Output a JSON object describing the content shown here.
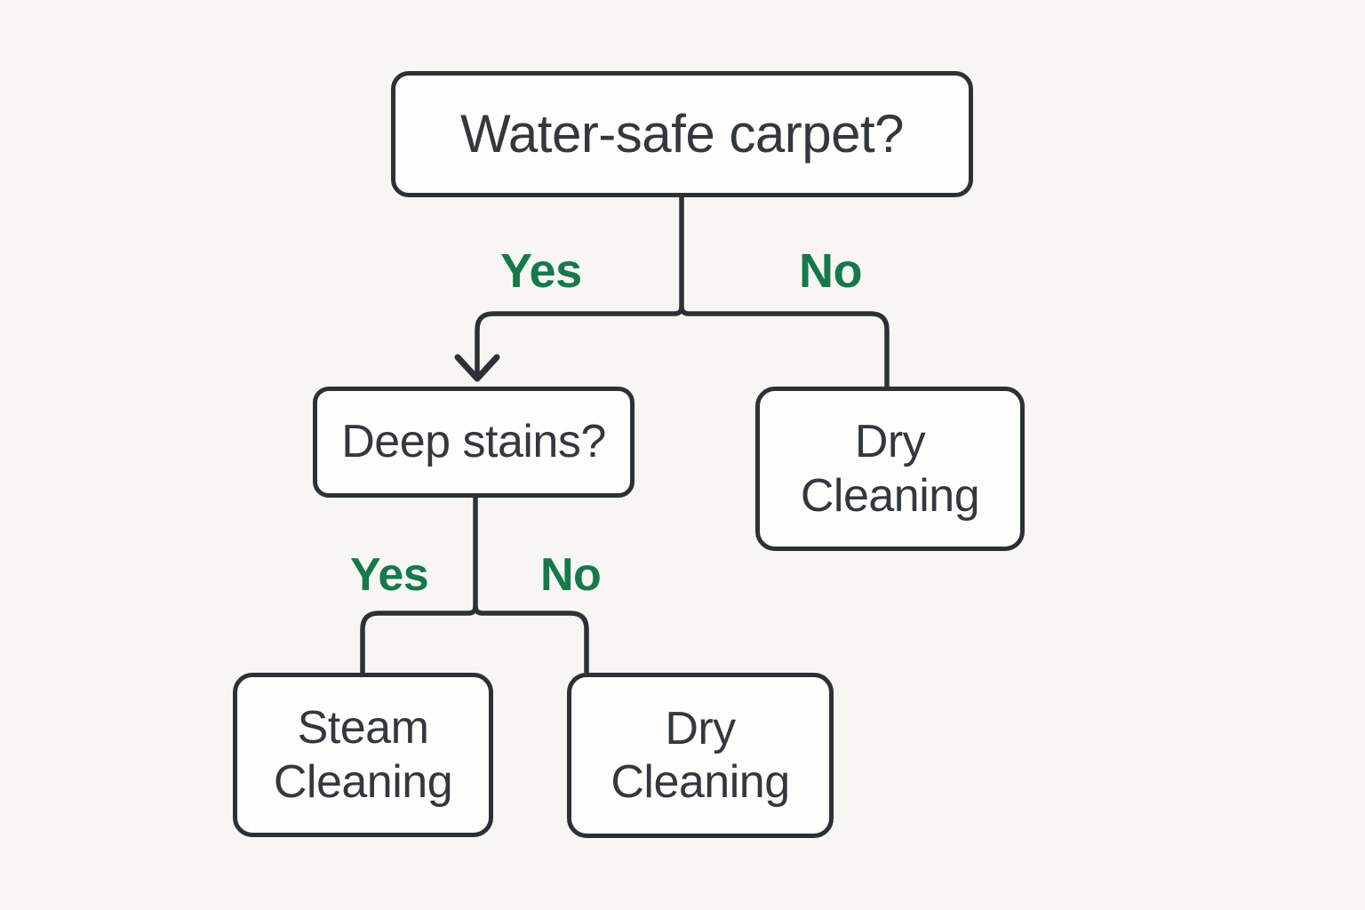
{
  "diagram": {
    "type": "flowchart",
    "nodes": [
      {
        "id": "water-safe-carpet",
        "label": "Water-safe carpet?",
        "kind": "decision"
      },
      {
        "id": "deep-stains",
        "label": "Deep stains?",
        "kind": "decision"
      },
      {
        "id": "dry-cleaning-right",
        "label": "Dry Cleaning",
        "kind": "outcome"
      },
      {
        "id": "steam-cleaning",
        "label": "Steam Cleaning",
        "kind": "outcome"
      },
      {
        "id": "dry-cleaning-bottom",
        "label": "Dry Cleaning",
        "kind": "outcome"
      }
    ],
    "edges": [
      {
        "from": "water-safe-carpet",
        "to": "deep-stains",
        "label": "Yes"
      },
      {
        "from": "water-safe-carpet",
        "to": "dry-cleaning-right",
        "label": "No"
      },
      {
        "from": "deep-stains",
        "to": "steam-cleaning",
        "label": "Yes"
      },
      {
        "from": "deep-stains",
        "to": "dry-cleaning-bottom",
        "label": "No"
      }
    ]
  },
  "colors": {
    "background": "#f7f6f2",
    "node_fill": "#fdfdfc",
    "line": "#2c3037",
    "node_text": "#33383e",
    "edge_label": "#15794a"
  }
}
